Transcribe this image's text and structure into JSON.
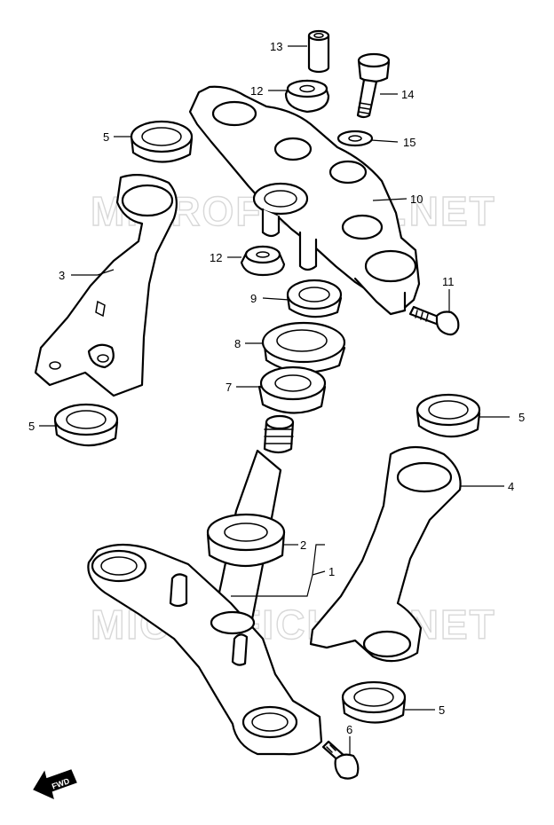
{
  "watermark": "MICROFICHES.NET",
  "fwd_label": "FWD",
  "callouts": [
    {
      "key": "c13",
      "label": "13"
    },
    {
      "key": "c12a",
      "label": "12"
    },
    {
      "key": "c14",
      "label": "14"
    },
    {
      "key": "c5a",
      "label": "5"
    },
    {
      "key": "c15",
      "label": "15"
    },
    {
      "key": "c10",
      "label": "10"
    },
    {
      "key": "c3",
      "label": "3"
    },
    {
      "key": "c12b",
      "label": "12"
    },
    {
      "key": "c11",
      "label": "11"
    },
    {
      "key": "c9",
      "label": "9"
    },
    {
      "key": "c8",
      "label": "8"
    },
    {
      "key": "c7",
      "label": "7"
    },
    {
      "key": "c5b",
      "label": "5"
    },
    {
      "key": "c5c",
      "label": "5"
    },
    {
      "key": "c4",
      "label": "4"
    },
    {
      "key": "c2",
      "label": "2"
    },
    {
      "key": "c1",
      "label": "1"
    },
    {
      "key": "c5d",
      "label": "5"
    },
    {
      "key": "c6",
      "label": "6"
    }
  ]
}
